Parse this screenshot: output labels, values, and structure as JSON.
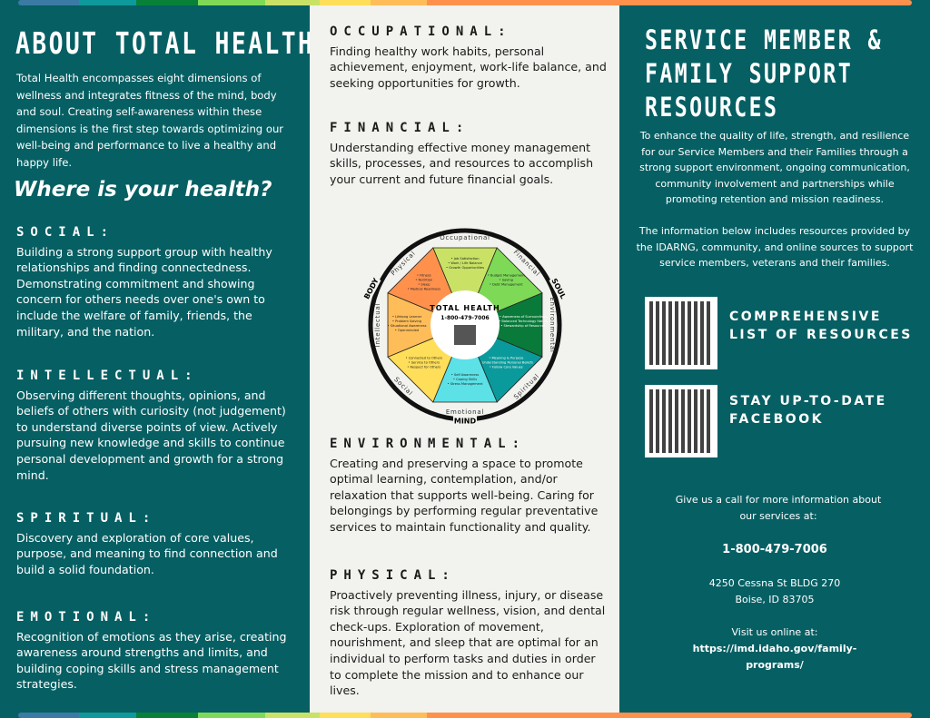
{
  "colors": {
    "teal": "#065f63",
    "cream": "#f2f2ee",
    "bar": [
      "#3b7aa4",
      "#0e9a9c",
      "#078038",
      "#7ed957",
      "#c9e265",
      "#ffde59",
      "#ffbd59",
      "#ff914d"
    ]
  },
  "left": {
    "title": "ABOUT TOTAL HEALTH",
    "intro": "Total Health encompasses eight dimensions of wellness and integrates fitness of the mind, body and soul. Creating self-awareness within these dimensions is the first step towards optimizing our well-being and performance to live a healthy and happy life.",
    "where": "Where is your health?",
    "sections": [
      {
        "heading": "SOCIAL:",
        "text": "Building a strong support group with healthy relationships and finding connectedness. Demonstrating commitment and showing concern for others needs over one's own to include the welfare of family, friends, the military, and the nation."
      },
      {
        "heading": "INTELLECTUAL:",
        "text": "Observing different thoughts, opinions, and beliefs of others with curiosity (not judgement) to understand diverse points of view. Actively pursuing new knowledge and skills to continue personal development and growth for a strong mind."
      },
      {
        "heading": "SPIRITUAL:",
        "text": "Discovery and exploration of core values, purpose, and meaning to find connection and build a solid foundation."
      },
      {
        "heading": "EMOTIONAL:",
        "text": "Recognition of emotions as they arise, creating awareness around strengths and limits, and building coping skills and stress management strategies."
      }
    ]
  },
  "middle": {
    "sections": [
      {
        "heading": "OCCUPATIONAL:",
        "text": "Finding healthy work habits, personal achievement, enjoyment, work-life balance, and seeking opportunities for growth."
      },
      {
        "heading": "FINANCIAL:",
        "text": "Understanding effective money management skills, processes, and resources to accomplish your current and future financial goals."
      },
      {
        "heading": "ENVIRONMENTAL:",
        "text": "Creating and preserving a space to promote optimal learning, contemplation, and/or relaxation that supports well-being. Caring for belongings by performing regular preventative services to maintain functionality and quality."
      },
      {
        "heading": "PHYSICAL:",
        "text": "Proactively preventing illness, injury, or disease risk through regular wellness, vision, and dental check-ups. Exploration of movement, nourishment, and sleep that are optimal for an individual to perform tasks and duties in order to complete the mission and to enhance our lives."
      }
    ],
    "wheel": {
      "center_title": "TOTAL HEALTH",
      "center_phone": "1-800-479-7006",
      "ring": {
        "body": "BODY",
        "soul": "SOUL",
        "mind": "MIND"
      },
      "segments": [
        {
          "label": "Occupational",
          "color": "#c9e265",
          "items": [
            "Job Satisfaction",
            "Work / Life Balance",
            "Growth Opportunities"
          ]
        },
        {
          "label": "Financial",
          "color": "#7ed957",
          "items": [
            "Budget Management",
            "Saving",
            "Debt Management"
          ]
        },
        {
          "label": "Environmental",
          "color": "#0a7a3a",
          "items": [
            "Awareness of Surroundings",
            "Balanced Technology Habits",
            "Stewardship of Resources"
          ]
        },
        {
          "label": "Spiritual",
          "color": "#0b9a9b",
          "items": [
            "Meaning & Purpose",
            "Understanding Personal Beliefs",
            "Follow Core Values"
          ]
        },
        {
          "label": "Emotional",
          "color": "#5ce1e6",
          "items": [
            "Self Awareness",
            "Coping Skills",
            "Stress Management"
          ]
        },
        {
          "label": "Social",
          "color": "#ffde59",
          "items": [
            "Connected to Others",
            "Service to Others",
            "Respect for Others"
          ]
        },
        {
          "label": "Intellectual",
          "color": "#ffbd59",
          "items": [
            "Lifelong Learner",
            "Problem Solving",
            "Situational Awareness",
            "Openminded"
          ]
        },
        {
          "label": "Physical",
          "color": "#ff914d",
          "items": [
            "Fitness",
            "Nutrition",
            "Sleep",
            "Medical Readiness"
          ]
        }
      ]
    }
  },
  "right": {
    "title_lines": [
      "SERVICE MEMBER &",
      "FAMILY SUPPORT",
      "RESOURCES"
    ],
    "p1": "To enhance the quality of life, strength, and resilience for our Service Members and their Families through a strong support environment, ongoing communication, community involvement and partnerships while promoting retention and mission readiness.",
    "p2": "The information below includes resources provided by the IDARNG, community, and online sources to support service members, veterans and their families.",
    "qr1_label": [
      "COMPREHENSIVE",
      "LIST OF RESOURCES"
    ],
    "qr2_label": [
      "STAY UP-TO-DATE",
      "FACEBOOK"
    ],
    "call": "Give us a call for more information about our services at:",
    "phone": "1-800-479-7006",
    "address": [
      "4250 Cessna St BLDG 270",
      "Boise, ID 83705"
    ],
    "visit": "Visit us online at:",
    "url": "https://imd.idaho.gov/family-programs/"
  }
}
